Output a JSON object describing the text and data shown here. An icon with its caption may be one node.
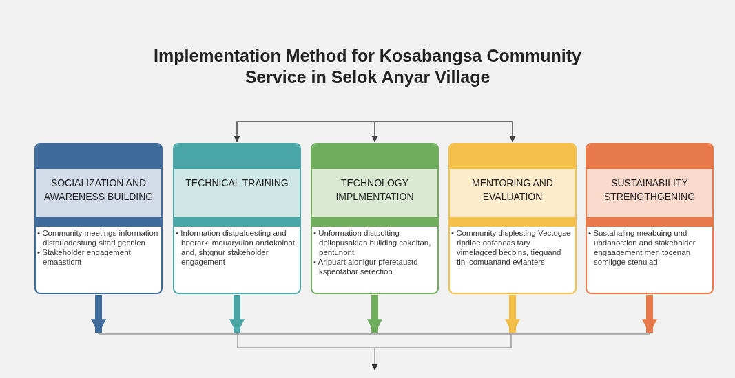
{
  "diagram": {
    "title": "Implementation Method for Kosabangsa Community Service in Selok Anyar Village",
    "nodes": [
      {
        "text": [
          "SOCIALIZATION AND AWARENESS BUILDING",
          "• Community meetings information distpuodestung sitari gecnien",
          "• Stakeholder engagement emaastiont"
        ]
      },
      {
        "text": [
          "TECHNICAL TRAINING",
          "• Information distpaluesting and bnerark imouaryuian andøkoinot and, sh;qnur stakeholder engagement"
        ]
      },
      {
        "text": [
          "TECHNOLOGY IMPLMENTATION",
          "• Unformation distpolting deiiopusakian building cakeitan, pentunont",
          "• Arlpuart aionigur pferetaustd kspeotabar serection"
        ]
      },
      {
        "text": [
          "MENTORING AND EVALUATION",
          "• Community displesting Vectugse ripdioe onfancas tary vimelagced becbins, tieguand tini comuanand evianters"
        ]
      },
      {
        "text": [
          "SUSTAINABILITY STRENGTHGENING",
          "• Sustahaling meabuing und undonoction and stakeholder engaagement men.tocenan somligge stenulad"
        ]
      }
    ],
    "edges": [
      {
        "from": null,
        "to": 1,
        "arrow": "to"
      },
      {
        "from": null,
        "to": 2,
        "arrow": "to"
      },
      {
        "from": null,
        "to": 3,
        "arrow": "to"
      },
      {
        "from": 0,
        "to": null,
        "arrow": "to",
        "color": "#3f6b9a"
      },
      {
        "from": 1,
        "to": null,
        "arrow": "to",
        "color": "#4aa6a6"
      },
      {
        "from": 2,
        "to": null,
        "arrow": "to",
        "color": "#6fae5c"
      },
      {
        "from": 3,
        "to": null,
        "arrow": "to",
        "color": "#f5c04a"
      },
      {
        "from": 4,
        "to": null,
        "arrow": "to",
        "color": "#e8794a"
      }
    ]
  }
}
